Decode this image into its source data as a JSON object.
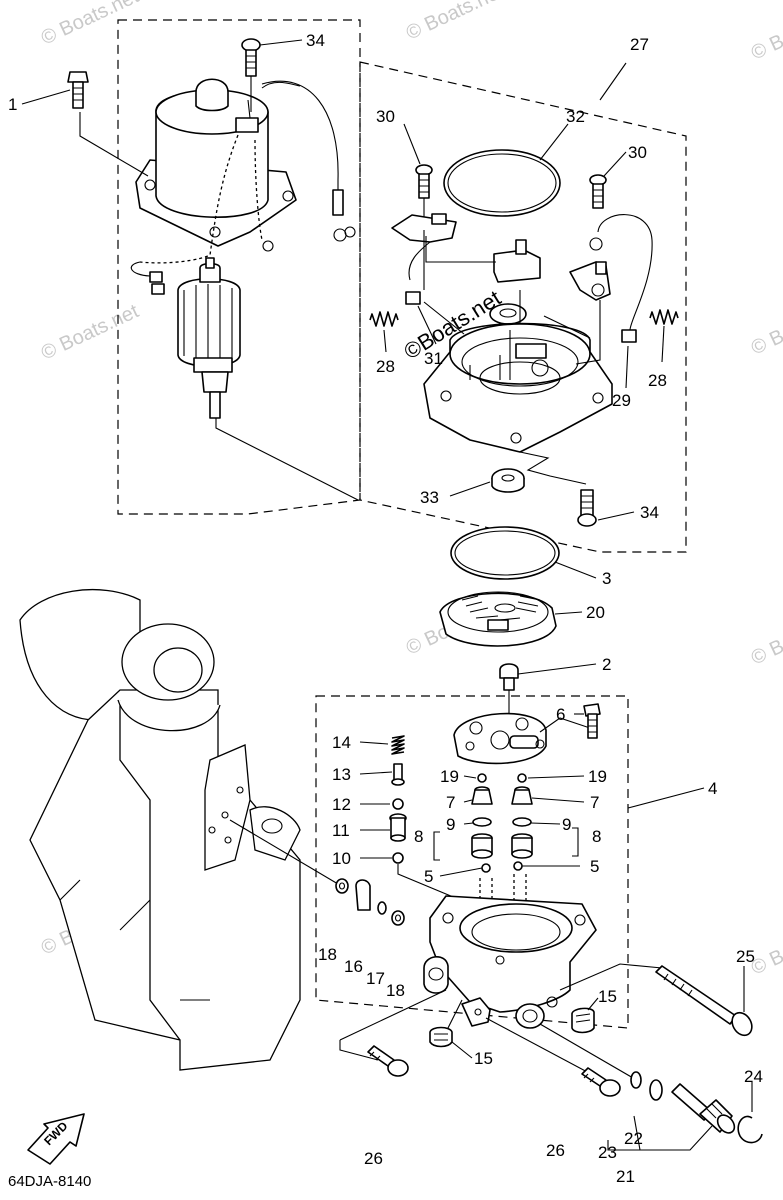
{
  "diagram": {
    "code": "64DJA-8140",
    "fwd_label": "FWD",
    "watermark": "© Boats.net",
    "watermark_center": "©Boats.net",
    "callouts": {
      "c1": "1",
      "c2": "2",
      "c3": "3",
      "c4": "4",
      "c5a": "5",
      "c5b": "5",
      "c6": "6",
      "c7a": "7",
      "c7b": "7",
      "c8a": "8",
      "c8b": "8",
      "c9a": "9",
      "c9b": "9",
      "c10": "10",
      "c11": "11",
      "c12": "12",
      "c13": "13",
      "c14": "14",
      "c15a": "15",
      "c15b": "15",
      "c16": "16",
      "c17": "17",
      "c18a": "18",
      "c18b": "18",
      "c19a": "19",
      "c19b": "19",
      "c20": "20",
      "c21": "21",
      "c22": "22",
      "c23": "23",
      "c24": "24",
      "c25": "25",
      "c26a": "26",
      "c26b": "26",
      "c27": "27",
      "c28a": "28",
      "c28b": "28",
      "c29": "29",
      "c30a": "30",
      "c30b": "30",
      "c31": "31",
      "c32": "32",
      "c33": "33",
      "c34a": "34",
      "c34b": "34"
    }
  }
}
